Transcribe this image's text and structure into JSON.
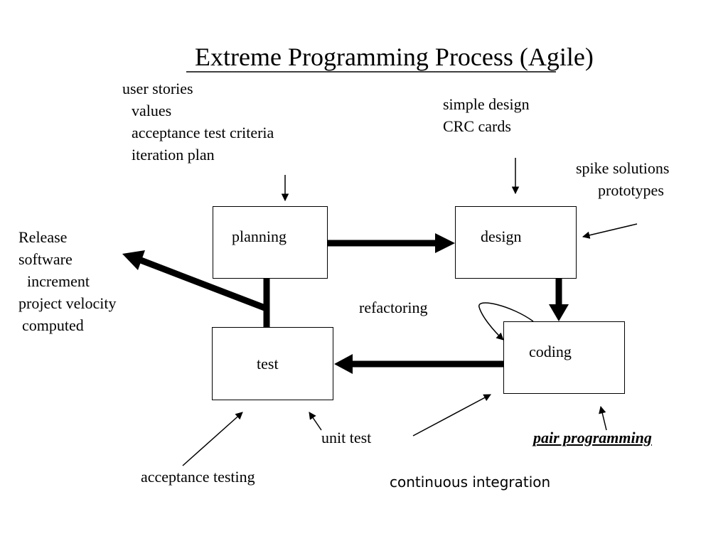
{
  "title": "Extreme Programming Process (Agile)",
  "planning_inputs": [
    "user stories",
    "values",
    "acceptance test criteria",
    "iteration plan"
  ],
  "design_inputs": [
    "simple design",
    "CRC cards"
  ],
  "spike": [
    "spike solutions",
    "prototypes"
  ],
  "release": [
    "Release",
    "software",
    "increment",
    "project velocity",
    "computed"
  ],
  "boxes": {
    "planning": "planning",
    "design": "design",
    "coding": "coding",
    "test": "test"
  },
  "refactoring": "refactoring",
  "unit_test": "unit test",
  "pair_programming": "pair programming",
  "acceptance_testing": "acceptance testing",
  "continuous_integration": "continuous integration"
}
